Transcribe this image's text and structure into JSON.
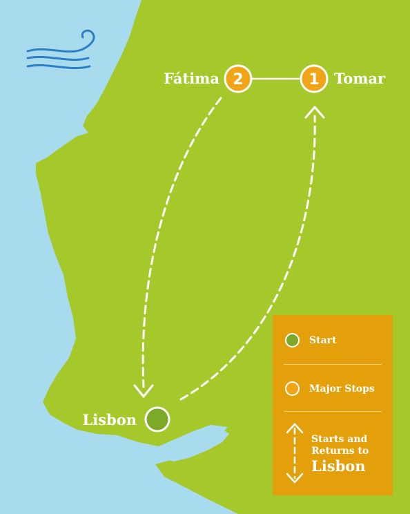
{
  "map": {
    "stops": [
      {
        "number": "1",
        "name": "Tomar"
      },
      {
        "number": "2",
        "name": "Fátima"
      }
    ],
    "start_city": "Lisbon"
  },
  "legend": {
    "start_label": "Start",
    "major_stops_label": "Major Stops",
    "returns_line1": "Starts and",
    "returns_line2": "Returns to",
    "returns_city": "Lisbon"
  },
  "colors": {
    "sea": "#a9dbee",
    "land": "#a5c92b",
    "stop_orange": "#f0a416",
    "start_green": "#7da928",
    "legend_bg": "#e3a00a"
  }
}
